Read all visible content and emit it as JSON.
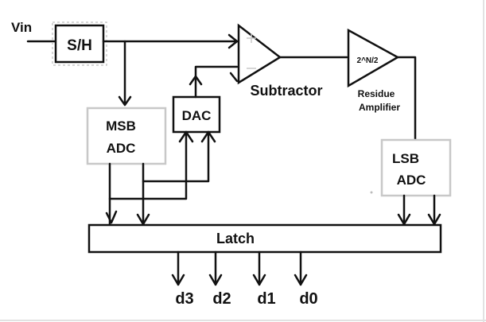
{
  "labels": {
    "vin": "Vin",
    "sh": "S/H",
    "msb_adc_line1": "MSB",
    "msb_adc_line2": "ADC",
    "dac": "DAC",
    "subtractor": "Subtractor",
    "amp_gain": "2^N/2",
    "residue_line1": "Residue",
    "residue_line2": "Amplifier",
    "lsb_adc_line1": "LSB",
    "lsb_adc_line2": "ADC",
    "latch": "Latch",
    "d3": "d3",
    "d2": "d2",
    "d1": "d1",
    "d0": "d0"
  },
  "colors": {
    "ink": "#111111",
    "block_outline": "#c8c8c8",
    "background": "#ffffff"
  }
}
